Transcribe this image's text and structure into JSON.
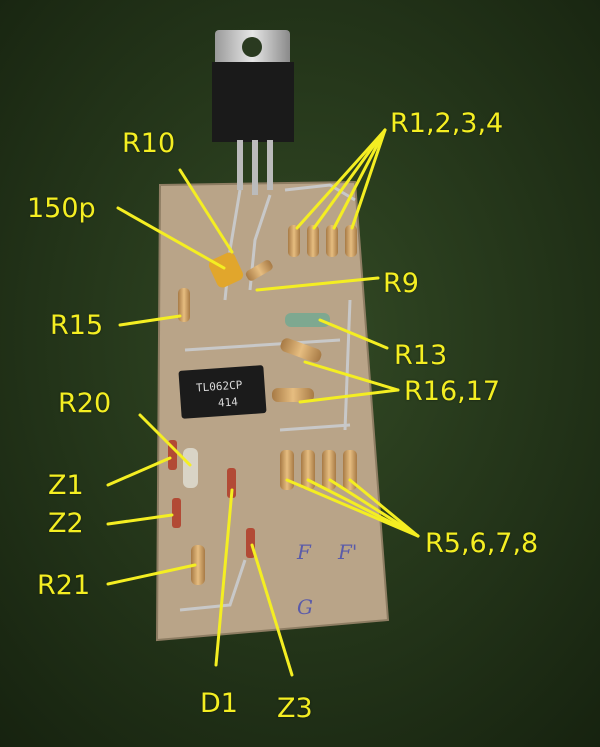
{
  "labels": {
    "r10": "R10",
    "c150p": "150p",
    "r15": "R15",
    "r20": "R20",
    "z1": "Z1",
    "z2": "Z2",
    "r21": "R21",
    "d1": "D1",
    "z3": "Z3",
    "r1234": "R1,2,3,4",
    "r9": "R9",
    "r13": "R13",
    "r1617": "R16,17",
    "r5678": "R5,6,7,8"
  },
  "handwriting": {
    "f1": "F",
    "f2": "F'",
    "g": "G"
  },
  "chip_markings": {
    "line1": "TL062CP",
    "line2": "414"
  },
  "colors": {
    "annotation": "#f4ee22",
    "background": "#1f2e17",
    "board": "#b9a488"
  }
}
